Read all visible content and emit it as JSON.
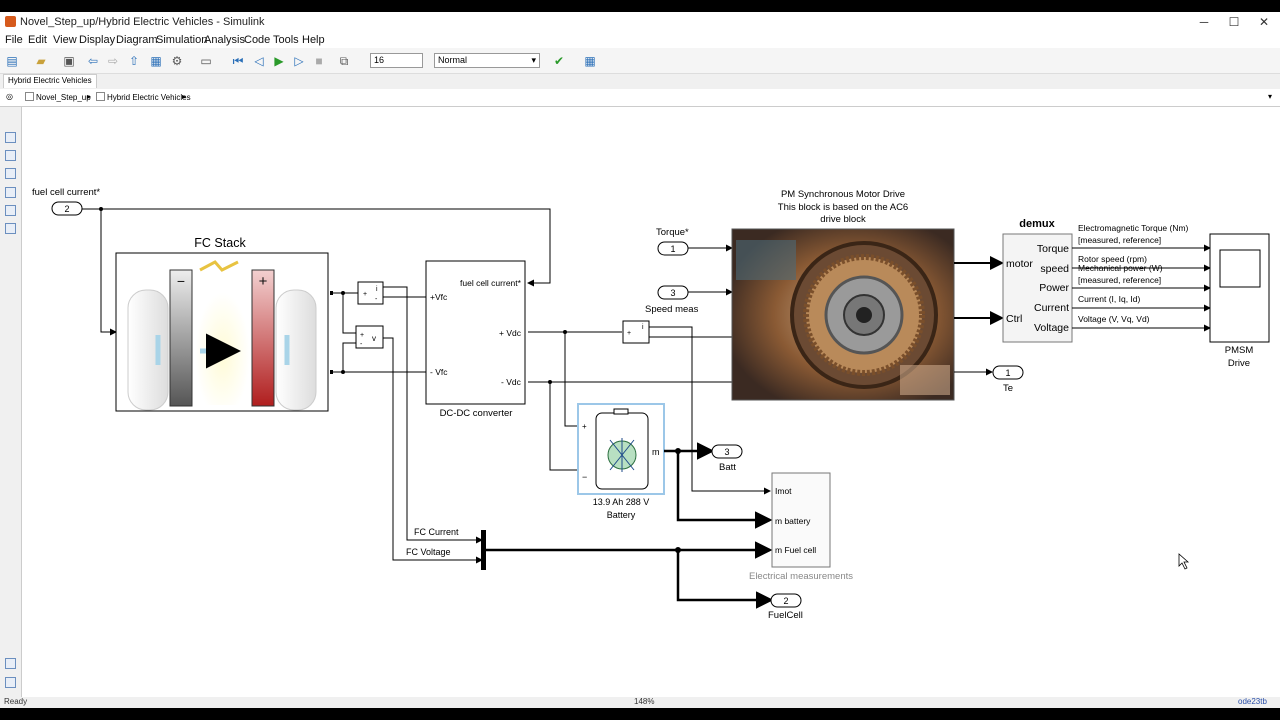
{
  "window": {
    "title": "Novel_Step_up/Hybrid Electric Vehicles - Simulink",
    "minimize": "─",
    "maximize": "☐",
    "close": "✕"
  },
  "menu": [
    "File",
    "Edit",
    "View",
    "Display",
    "Diagram",
    "Simulation",
    "Analysis",
    "Code",
    "Tools",
    "Help"
  ],
  "toolbar": {
    "stop_time": "16",
    "sim_mode": "Normal"
  },
  "tab": {
    "label": "Hybrid Electric Vehicles"
  },
  "breadcrumb": {
    "root": "Novel_Step_up",
    "current": "Hybrid Electric Vehicles"
  },
  "status": {
    "left": "Ready",
    "center": "148%",
    "right": "ode23tb"
  },
  "diagram": {
    "inport_fc": {
      "num": "2",
      "label": "fuel cell current*"
    },
    "fc_stack": {
      "title": "FC Stack"
    },
    "sensor_i": "i",
    "sensor_v": "v",
    "dcdc": {
      "label": "DC-DC converter",
      "port_fc": "fuel cell current*",
      "port_vfc_p": "+Vfc",
      "port_vfc_n": "- Vfc",
      "port_vdc_p": "+ Vdc",
      "port_vdc_n": "- Vdc"
    },
    "torque_in": {
      "num": "1",
      "label": "Torque*"
    },
    "speed_in": {
      "num": "3",
      "label": "Speed meas"
    },
    "motor": {
      "note1": "PM Synchronous Motor Drive",
      "note2": "This block is based on the AC6",
      "note3": "drive block"
    },
    "demux": {
      "title": "demux",
      "in_motor": "motor",
      "in_ctrl": "Ctrl",
      "out": [
        "Torque",
        "speed",
        "Power",
        "Current",
        "Voltage"
      ]
    },
    "signals": [
      "Electromagnetic Torque (Nm)",
      "[measured, reference]",
      "Rotor speed (rpm)",
      "Mechanical power (W)",
      "[measured, reference]",
      "Current (I, Iq, Id)",
      "Voltage (V, Vq, Vd)"
    ],
    "scope": {
      "label1": "PMSM",
      "label2": "Drive"
    },
    "te_out": {
      "num": "1",
      "label": "Te"
    },
    "battery": {
      "label1": "13.9 Ah 288 V",
      "label2": "Battery",
      "port_m": "m",
      "plus": "+",
      "minus": "−"
    },
    "batt_out": {
      "num": "3",
      "label": "Batt"
    },
    "elec": {
      "label": "Electrical measurements",
      "p1": "Imot",
      "p2": "m battery",
      "p3": "m Fuel cell"
    },
    "fc_current": "FC Current",
    "fc_voltage": "FC Voltage",
    "fuelcell_out": {
      "num": "2",
      "label": "FuelCell"
    },
    "plus": "+",
    "minus": "-"
  }
}
